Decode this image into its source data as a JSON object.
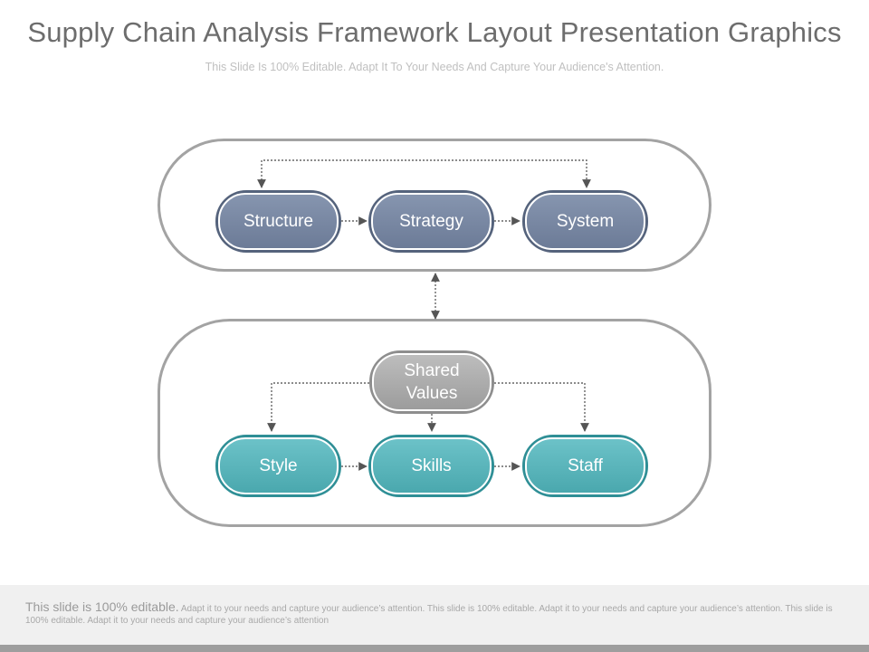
{
  "slide": {
    "title": "Supply Chain Analysis Framework Layout Presentation Graphics",
    "subtitle": "This Slide Is 100% Editable. Adapt It To Your Needs And Capture Your Audience's Attention."
  },
  "diagram": {
    "top_nodes": [
      {
        "label": "Structure"
      },
      {
        "label": "Strategy"
      },
      {
        "label": "System"
      }
    ],
    "center_node": {
      "label": "Shared Values"
    },
    "bottom_nodes": [
      {
        "label": "Style"
      },
      {
        "label": "Skills"
      },
      {
        "label": "Staff"
      }
    ],
    "colors": {
      "top_nodes": "#6c7b97",
      "bottom_nodes": "#4aa8ae",
      "center_node": "#9c9c9c",
      "group_border": "#a3a3a3"
    }
  },
  "footer": {
    "lead": "This slide is 100% editable.",
    "body": "Adapt it to your needs and capture your audience’s attention. This slide is 100% editable. Adapt it to your needs and capture your audience’s attention. This slide is 100% editable. Adapt it to your needs and capture your audience’s attention"
  }
}
